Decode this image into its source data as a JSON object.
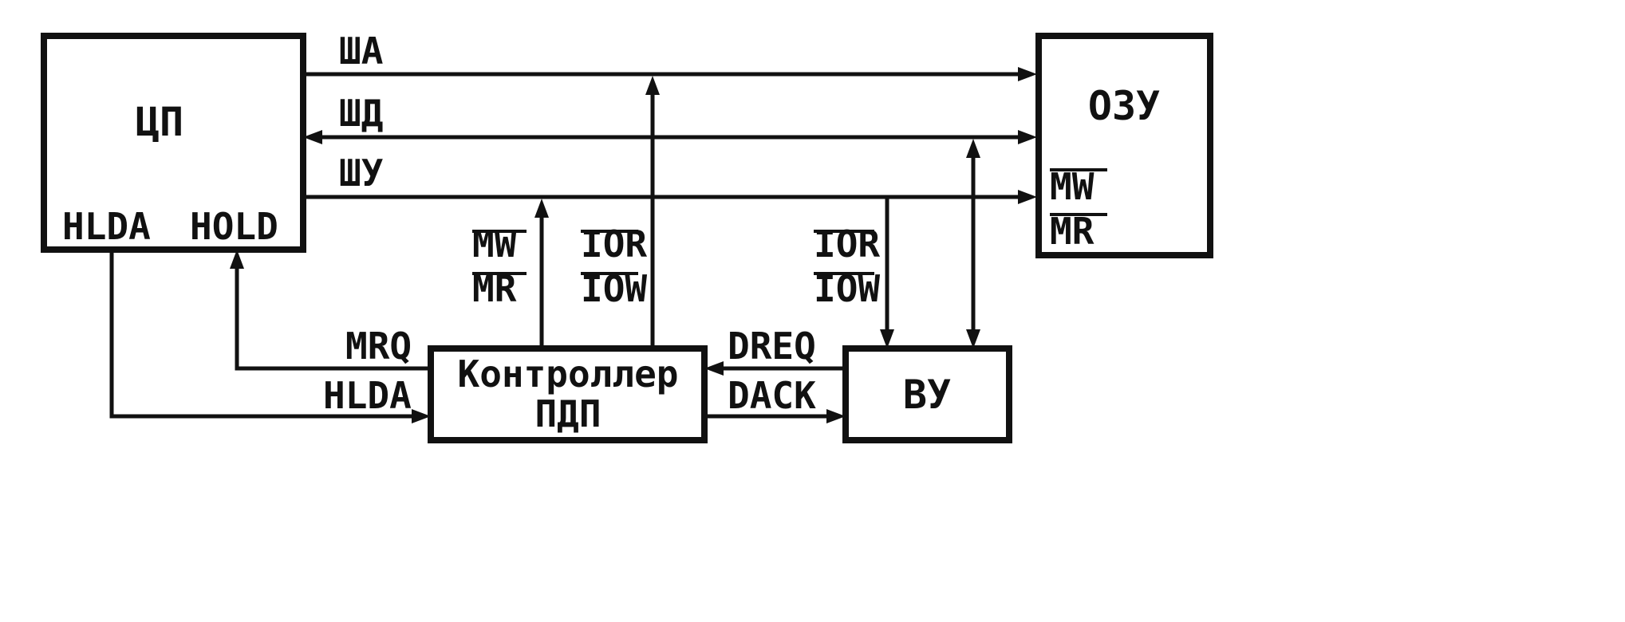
{
  "blocks": {
    "cpu": {
      "title": "ЦП",
      "hlda": "HLDA",
      "hold": "HOLD"
    },
    "ram": {
      "title": "ОЗУ",
      "mw": "MW",
      "mr": "MR"
    },
    "dma": {
      "line1": "Контроллер",
      "line2": "ПДП"
    },
    "device": {
      "title": "ВУ"
    }
  },
  "buses": {
    "address": "ША",
    "data": "ШД",
    "control": "ШУ"
  },
  "signals": {
    "dma_mw": "MW",
    "dma_mr": "MR",
    "dma_ior": "IOR",
    "dma_iow": "IOW",
    "dev_ior": "IOR",
    "dev_iow": "IOW",
    "mrq": "MRQ",
    "hlda": "HLDA",
    "dreq": "DREQ",
    "dack": "DACK"
  }
}
